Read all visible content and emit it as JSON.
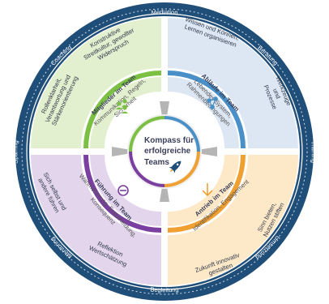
{
  "colors": {
    "outer_ring": "#1f4e79",
    "green": "#7cc043",
    "blue": "#4a90c8",
    "orange": "#f0a030",
    "purple": "#7a3fa0",
    "green_bg": "#e3f0cf",
    "blue_bg": "#dde7f4",
    "orange_bg": "#fde8c8",
    "purple_bg": "#e3d5ec",
    "text_dark": "#2f3a4a",
    "gray": "#9a9a9a"
  },
  "outer_ring": {
    "top": "Mediation",
    "bottom": "Begleitung",
    "left": "Sparring",
    "right": "Training",
    "upper_left": "Coaching",
    "upper_right": "Beratung",
    "lower_left": "Mentoring",
    "lower_right": "Umsetzung"
  },
  "center": {
    "lines": [
      "Kompass für",
      "erfolgreiche",
      "Teams"
    ],
    "icon": "rocket-icon"
  },
  "quadrants": {
    "top_left": {
      "outer_lines": [
        "Konstruktive",
        "Streitkultur, gewollter",
        "Widerspruch"
      ],
      "side_lines": [
        "Rollenklarheit,",
        "Verantwortung und",
        "Stärkenorientierung"
      ],
      "title": "Mitglieder im Team",
      "sub_lines": [
        "Kommunikation, Regeln,",
        "Sicherheit"
      ],
      "icon": "people-icon"
    },
    "top_right": {
      "outer_lines": [
        "Wissen und Können,",
        "Lernen organisieren"
      ],
      "side_lines": [
        "Werkzeuge",
        "und",
        "Prozesse"
      ],
      "title": "Abläufe im Team",
      "sub_lines": [
        "Lebendes System,",
        "Rahmenbedingungen"
      ],
      "icon": "network-icon"
    },
    "bottom_right": {
      "outer_lines": [
        "Zukunft innovativ",
        "gestalten"
      ],
      "side_lines": [
        "Sinn bieten,",
        "Nutzen stiften"
      ],
      "title": "Antrieb im Team",
      "sub_lines": [
        "Identifikation, Engagement"
      ],
      "icon": "arrow-down-icon"
    },
    "bottom_left": {
      "outer_lines": [
        "Reflektion",
        "Wertschätzung"
      ],
      "side_lines": [
        "Sich selbst und",
        "andere führen"
      ],
      "title": "Führung im Team",
      "sub_lines": [
        "Wahrnehmung, Entscheidung,",
        "Konsequenz"
      ],
      "icon": "compass-icon"
    }
  }
}
